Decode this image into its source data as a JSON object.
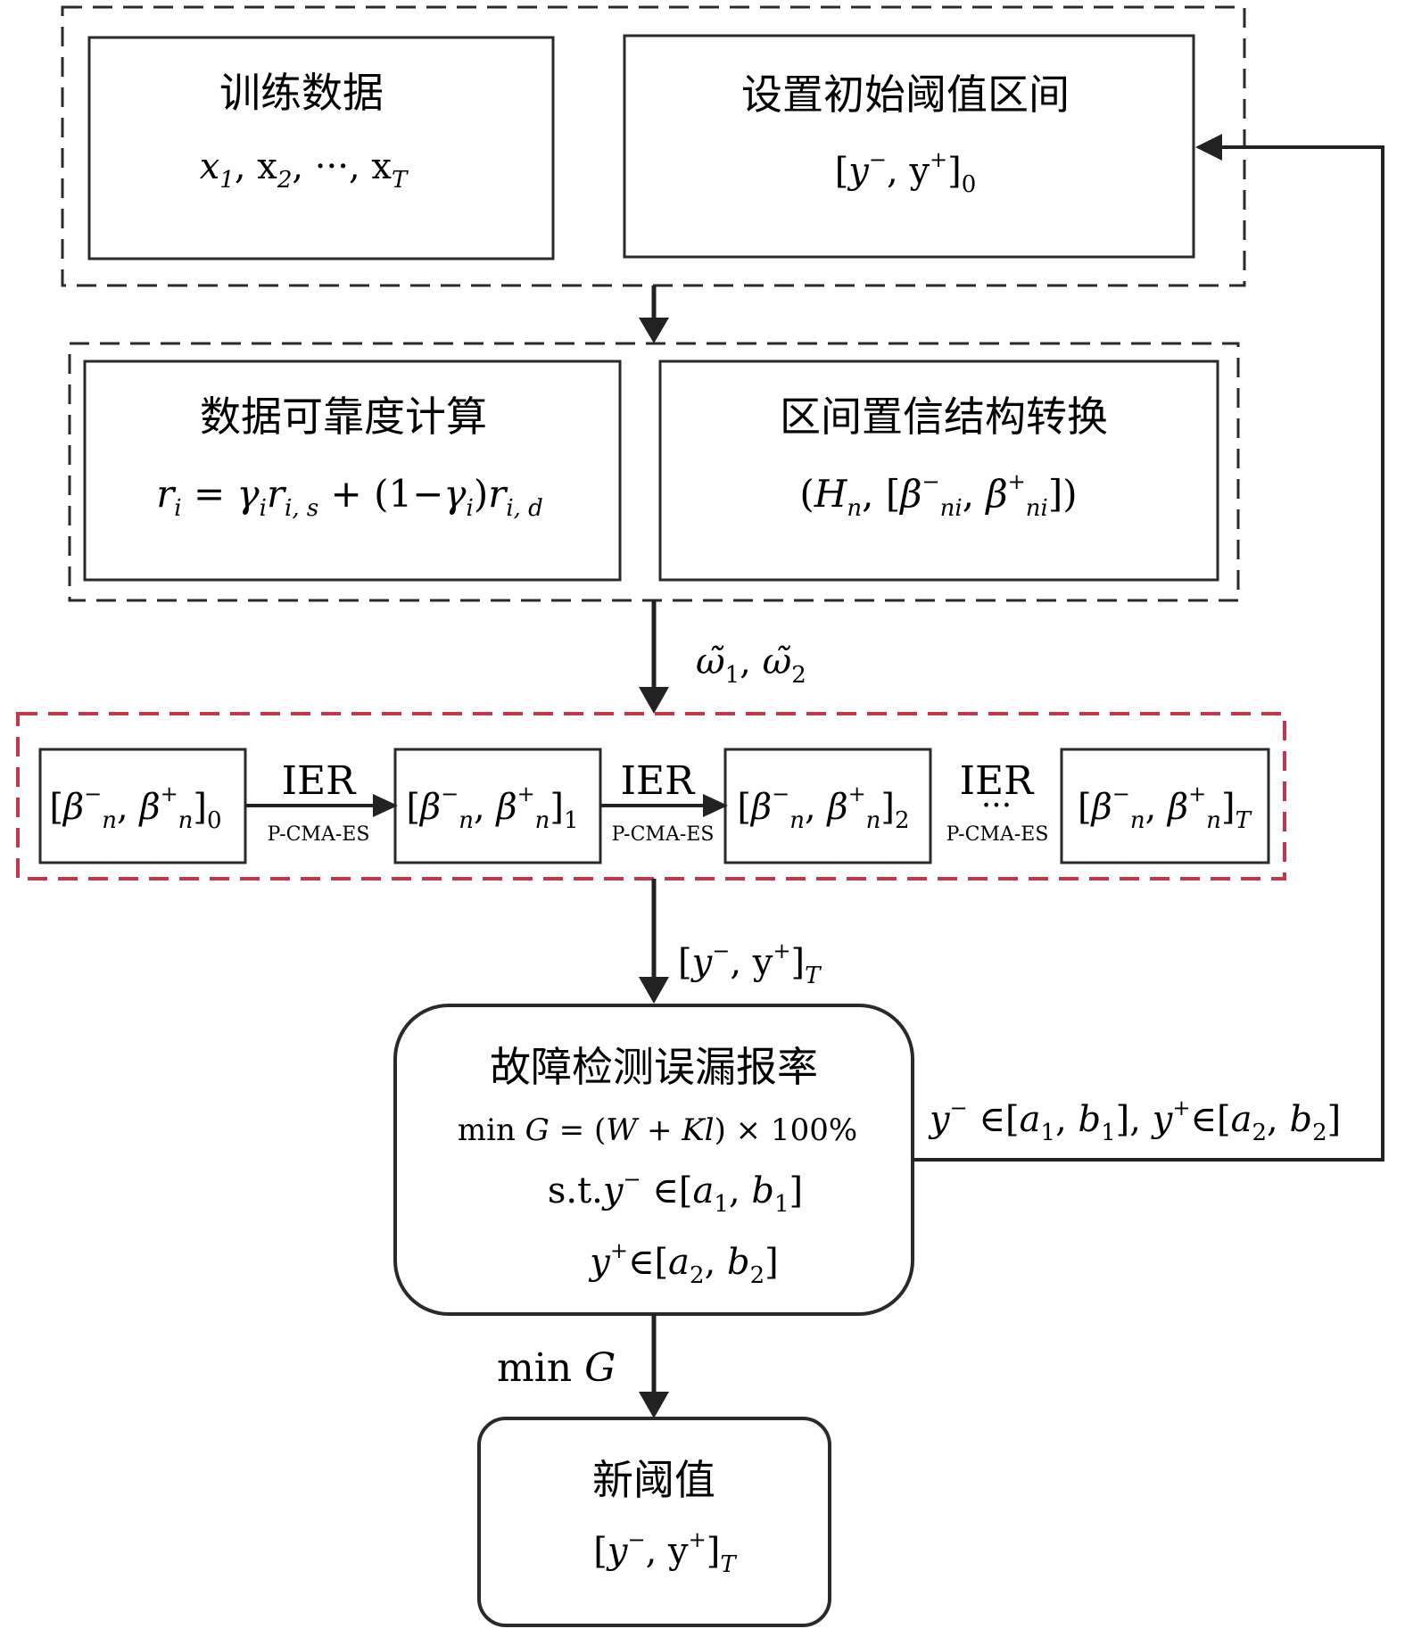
{
  "boxes": {
    "training": {
      "title": "训练数据",
      "formula": "x₁, x₂, ···, x_T"
    },
    "initial_threshold": {
      "title": "设置初始阈值区间",
      "formula": "[y⁻, y⁺]₀"
    },
    "reliability": {
      "title": "数据可靠度计算",
      "formula": "rᵢ = γᵢrᵢ, s + (1−γᵢ)rᵢ, d"
    },
    "conversion": {
      "title": "区间置信结构转换",
      "formula": "(Hₙ, [β⁻ₙᵢ, β⁺ₙᵢ])"
    },
    "fault_rate": {
      "title": "故障检测误漏报率",
      "objective": "min  G = (W + Kl) × 100%",
      "constraint_1": "s.t.y⁻ ∈[a₁, b₁]",
      "constraint_2": "y⁺∈[a₂, b₂]"
    },
    "new_threshold": {
      "title": "新阈值",
      "formula": "[y⁻, y⁺]_T"
    }
  },
  "iteration": {
    "states": [
      "[β⁻ₙ, β⁺ₙ]₀",
      "[β⁻ₙ, β⁺ₙ]₁",
      "[β⁻ₙ, β⁺ₙ]₂",
      "[β⁻ₙ, β⁺ₙ]_T"
    ],
    "step_label": "IER",
    "step_sublabel": "P-CMA-ES",
    "ellipsis": "···"
  },
  "arrows": {
    "weights": "ω̃₁, ω̃₂",
    "threshold_out": "[y⁻, y⁺]_T",
    "feedback": "y⁻ ∈[a₁, b₁], y⁺∈[a₂, b₂]",
    "minimize": "min  G"
  },
  "colors": {
    "ink": "#222222",
    "red_dash": "#c0394a"
  }
}
